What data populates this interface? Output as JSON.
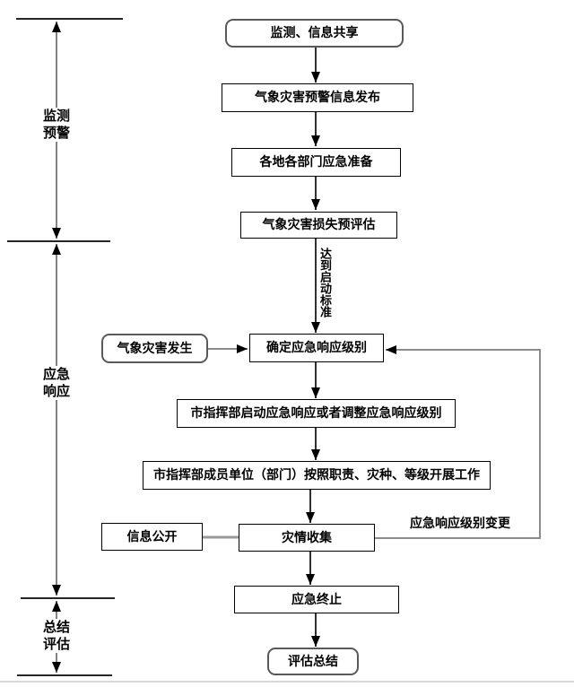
{
  "colors": {
    "background": "#ffffff",
    "box_border": "#000000",
    "rounded_box_border": "#595959",
    "connector_dark": "#1a1a1a",
    "connector_gray": "#8c8c8c",
    "axis_line": "#262626",
    "page_bottom_rule": "#d6d9dc",
    "text": "#000000"
  },
  "axis": {
    "sections": [
      {
        "lines": [
          "监测",
          "预警"
        ]
      },
      {
        "lines": [
          "应急",
          "响应"
        ]
      },
      {
        "lines": [
          "总结",
          "评估"
        ]
      }
    ]
  },
  "flow": {
    "nodes": [
      {
        "id": "monitoring-info-sharing",
        "shape": "rounded",
        "label": "监测、信息共享"
      },
      {
        "id": "warning-info-release",
        "shape": "rect",
        "label": "气象灾害预警信息发布"
      },
      {
        "id": "emergency-preparation",
        "shape": "rect",
        "label": "各地各部门应急准备"
      },
      {
        "id": "loss-preassessment",
        "shape": "rect",
        "label": "气象灾害损失预评估"
      },
      {
        "id": "determine-response-level",
        "shape": "rect",
        "label": "确定应急响应级别"
      },
      {
        "id": "start-or-adjust-response",
        "shape": "rect",
        "label": "市指挥部启动应急响应或者调整应急响应级别"
      },
      {
        "id": "members-carry-out-work",
        "shape": "rect",
        "label": "市指挥部成员单位（部门）按照职责、灾种、等级开展工作"
      },
      {
        "id": "disaster-info-collection",
        "shape": "rect",
        "label": "灾情收集"
      },
      {
        "id": "emergency-termination",
        "shape": "rect",
        "label": "应急终止"
      },
      {
        "id": "evaluation-summary",
        "shape": "rounded",
        "label": "评估总结"
      }
    ],
    "side_nodes": [
      {
        "id": "disaster-occurs",
        "shape": "rounded",
        "label": "气象灾害发生"
      },
      {
        "id": "info-disclosure",
        "shape": "rect",
        "label": "信息公开"
      }
    ],
    "edge_labels": {
      "activation_standard": "达到启动标准",
      "response_level_change": "应急响应级别变更"
    }
  }
}
